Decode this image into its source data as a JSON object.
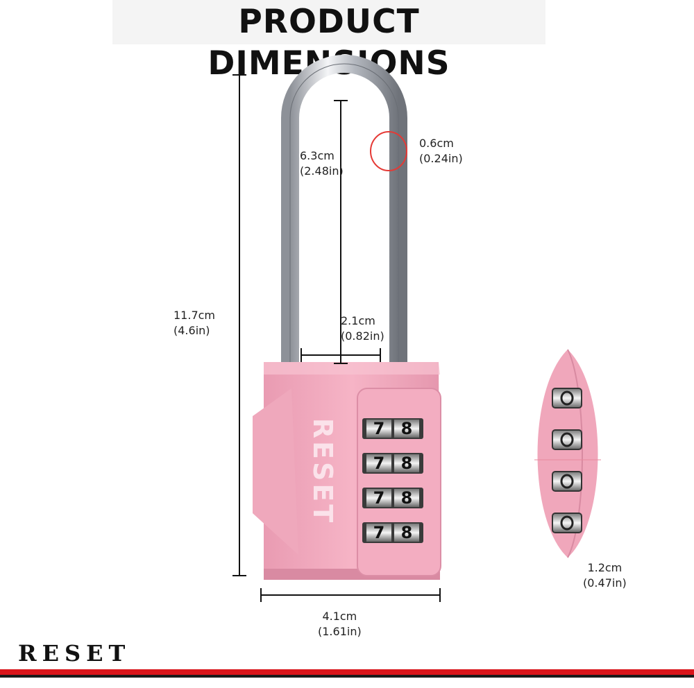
{
  "header": {
    "title": "PRODUCT DIMENSIONS"
  },
  "dimensions": {
    "total_height": {
      "cm": "11.7cm",
      "in": "(4.6in)"
    },
    "shackle_height": {
      "cm": "6.3cm",
      "in": "(2.48in)"
    },
    "shackle_diameter": {
      "cm": "0.6cm",
      "in": "(0.24in)"
    },
    "shackle_width": {
      "cm": "2.1cm",
      "in": "(0.82in)"
    },
    "body_width": {
      "cm": "4.1cm",
      "in": "(1.61in)"
    },
    "body_thickness": {
      "cm": "1.2cm",
      "in": "(0.47in)"
    }
  },
  "lock": {
    "body_logo": "RESET",
    "wheels": [
      {
        "left_digit": "7",
        "right_digit": "8"
      },
      {
        "left_digit": "7",
        "right_digit": "8"
      },
      {
        "left_digit": "7",
        "right_digit": "8"
      },
      {
        "left_digit": "7",
        "right_digit": "8"
      }
    ]
  },
  "brand": {
    "name": "RESET"
  },
  "colors": {
    "lock_pink": "#f2a9be",
    "lock_pink_dark": "#d98aa2",
    "shackle_silver": "#c9ccd2",
    "accent_red": "#d9151b",
    "guide_red": "#e53935"
  }
}
